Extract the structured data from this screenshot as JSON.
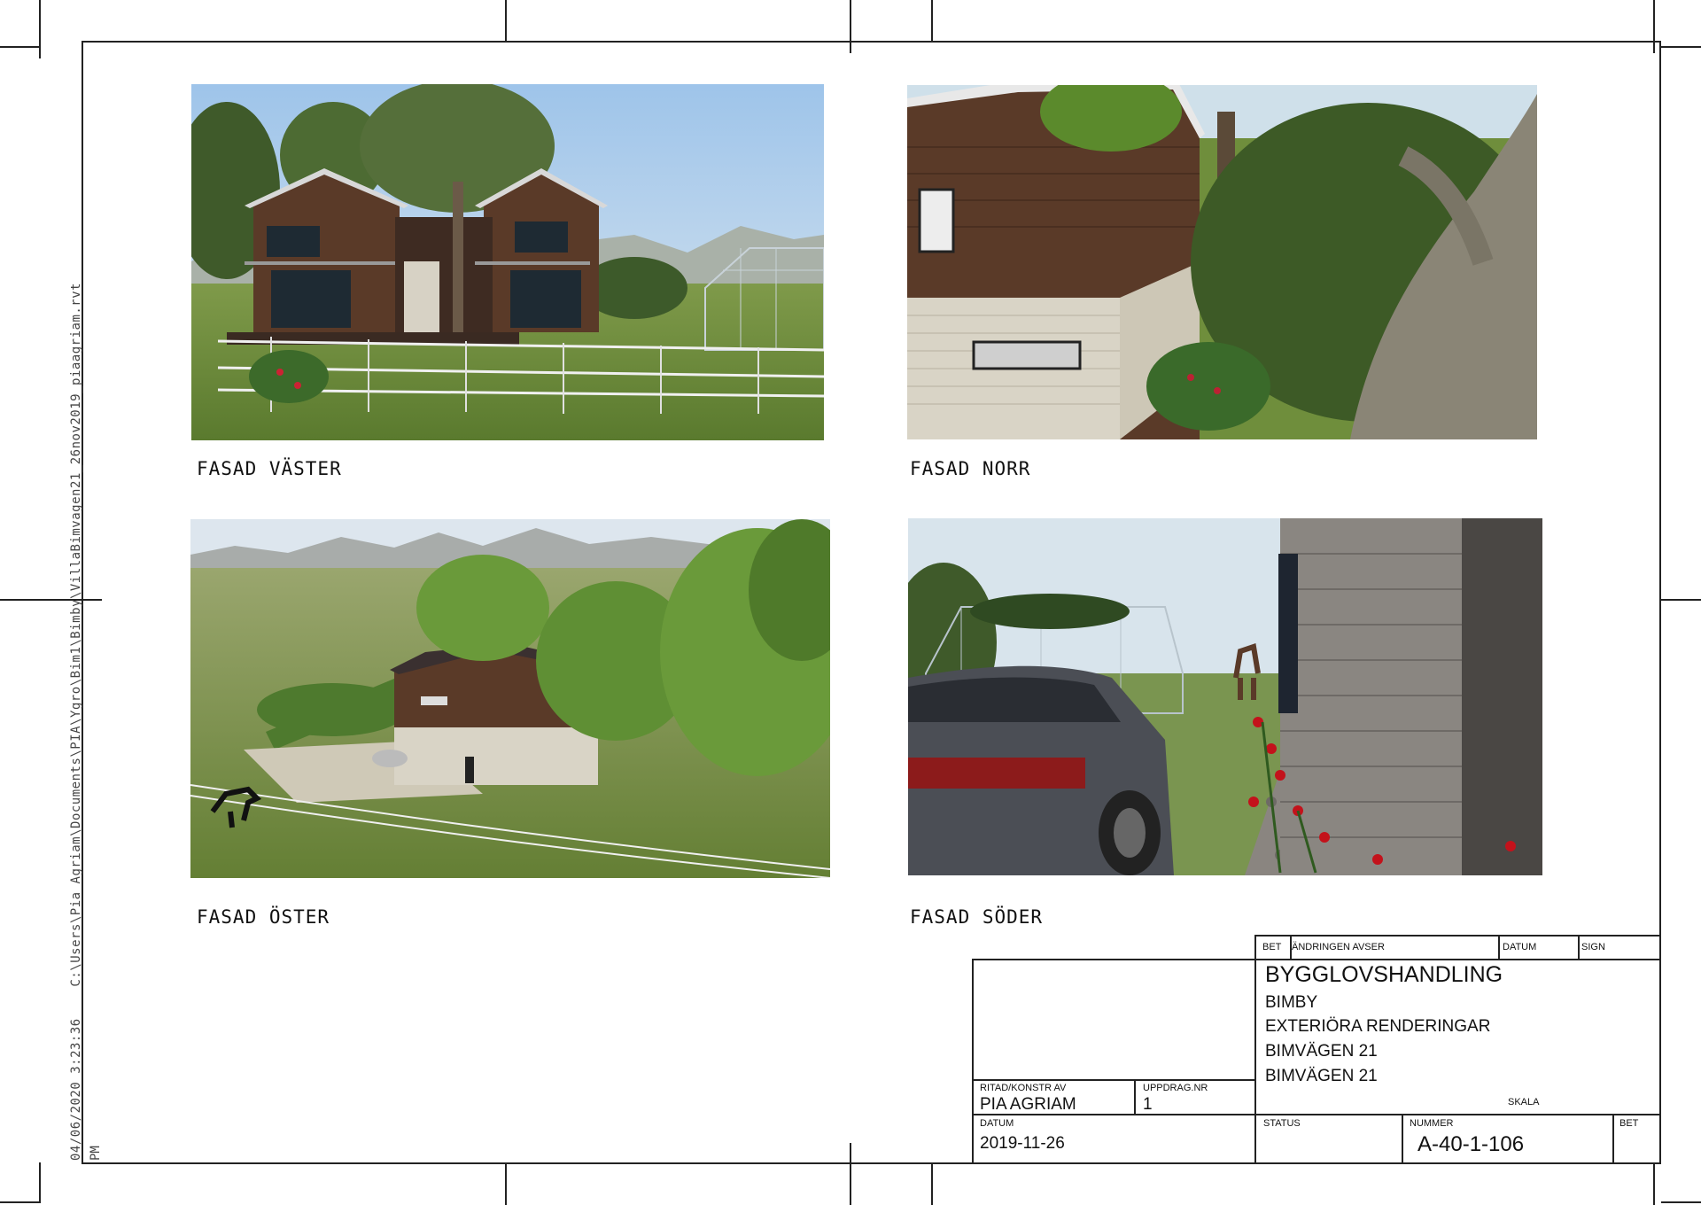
{
  "side_info": "C:\\Users\\Pia Agriam\\Documents\\PIA\\Ygro\\Bim1\\Bimby\\VillaBimvagen21_26nov2019_piaagriam.rvt",
  "side_timestamp": "04/06/2020 3:23:36",
  "side_pm": "PM",
  "views": {
    "west": {
      "caption": "FASAD VÄSTER"
    },
    "north": {
      "caption": "FASAD NORR"
    },
    "east": {
      "caption": "FASAD ÖSTER"
    },
    "south": {
      "caption": "FASAD SÖDER"
    }
  },
  "title_block": {
    "revision_header": {
      "bet": "BET",
      "change": "ÄNDRINGEN AVSER",
      "date": "DATUM",
      "sign": "SIGN"
    },
    "title": "BYGGLOVSHANDLING",
    "lines": [
      "BIMBY",
      "EXTERIÖRA RENDERINGAR",
      "BIMVÄGEN 21",
      "BIMVÄGEN 21"
    ],
    "scale_label": "SKALA",
    "drawn_by_label": "RITAD/KONSTR AV",
    "drawn_by": "PIA AGRIAM",
    "assignment_label": "UPPDRAG.NR",
    "assignment": "1",
    "date_label": "DATUM",
    "date": "2019-11-26",
    "status_label": "STATUS",
    "number_label": "NUMMER",
    "number": "A-40-1-106",
    "bet_label": "BET"
  },
  "colors": {
    "line": "#222222",
    "sky": "#b9d3ec",
    "grass": "#6f8e3c",
    "wood": "#5a3a28",
    "brick": "#d9d4c6"
  }
}
